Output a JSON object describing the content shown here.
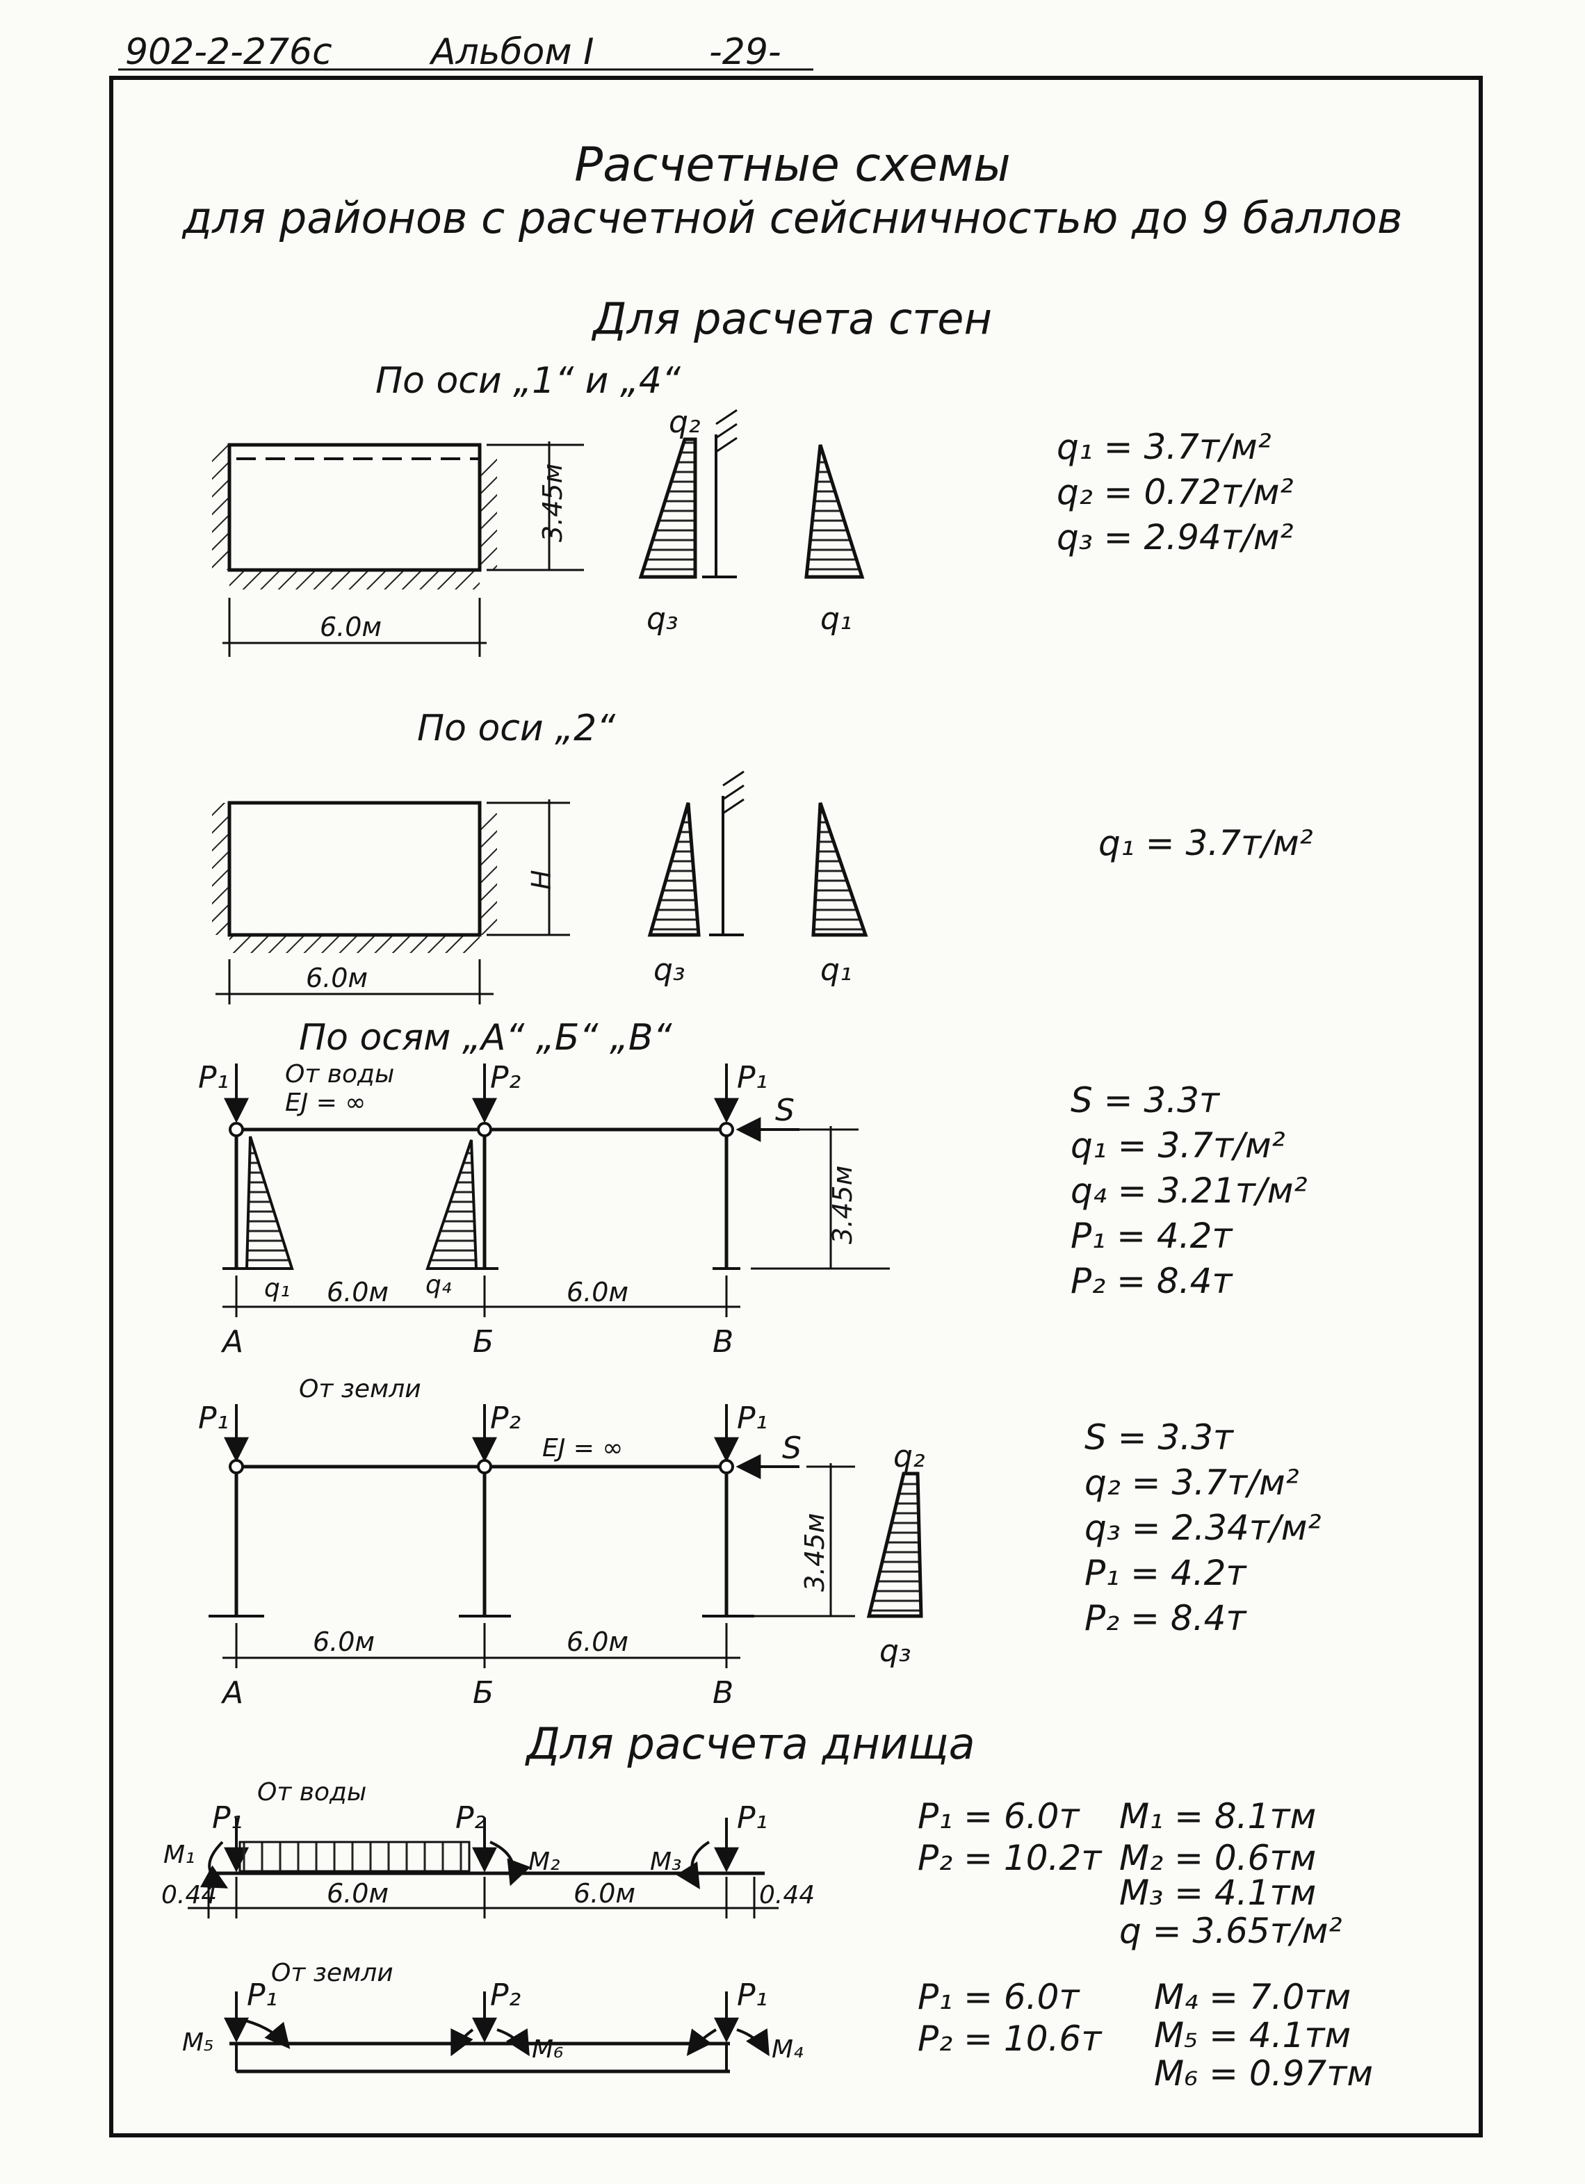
{
  "header": {
    "code": "902-2-276с",
    "album": "Альбом I",
    "page": "-29-"
  },
  "title": {
    "line1": "Расчетные схемы",
    "line2": "для районов с расчетной сейсничностью до 9 баллов"
  },
  "walls": {
    "heading": "Для расчета стен",
    "axis14": {
      "label": "По оси „1“ и „4“",
      "height_dim": "3.45м",
      "span_dim": "6.0м",
      "load_top": "q₂",
      "load_bottom_left": "q₃",
      "load_bottom_right": "q₁",
      "formulas": [
        "q₁ = 3.7т/м²",
        "q₂ = 0.72т/м²",
        "q₃ = 2.94т/м²"
      ]
    },
    "axis2": {
      "label": "По оси „2“",
      "height_dim": "H",
      "span_dim": "6.0м",
      "load_bottom_left": "q₃",
      "load_bottom_right": "q₁",
      "formulas": [
        "q₁ = 3.7т/м²"
      ]
    },
    "axesABV": {
      "label": "По осям „А“ „Б“ „В“",
      "water": {
        "case_label": "От воды",
        "rigidity": "EJ = ∞",
        "force_p1_left": "P₁",
        "force_p2": "P₂",
        "force_p1_right": "P₁",
        "force_s": "S",
        "load_left": "q₁",
        "load_mid": "q₄",
        "span1": "6.0м",
        "span2": "6.0м",
        "height_dim": "3.45м",
        "axis_a": "А",
        "axis_b": "Б",
        "axis_v": "В",
        "formulas": [
          "S = 3.3т",
          "q₁ = 3.7т/м²",
          "q₄ = 3.21т/м²",
          "P₁ = 4.2т",
          "P₂ = 8.4т"
        ]
      },
      "soil": {
        "case_label": "От земли",
        "rigidity": "EJ = ∞",
        "force_p1_left": "P₁",
        "force_p2": "P₂",
        "force_p1_right": "P₁",
        "force_s": "S",
        "load_top": "q₂",
        "load_bottom": "q₃",
        "span1": "6.0м",
        "span2": "6.0м",
        "height_dim": "3.45м",
        "axis_a": "А",
        "axis_b": "Б",
        "axis_v": "В",
        "formulas": [
          "S = 3.3т",
          "q₂ = 3.7т/м²",
          "q₃ = 2.34т/м²",
          "P₁ = 4.2т",
          "P₂ = 8.4т"
        ]
      }
    }
  },
  "bottom": {
    "heading": "Для расчета днища",
    "water": {
      "case_label": "От воды",
      "force_p1_left": "P₁",
      "force_p2": "P₂",
      "force_p1_right": "P₁",
      "moment_m1": "M₁",
      "moment_m2": "M₂",
      "moment_m3": "M₃",
      "overhang_left": "0.44",
      "overhang_right": "0.44",
      "span1": "6.0м",
      "span2": "6.0м",
      "formulas_p": [
        "P₁ = 6.0т",
        "P₂ = 10.2т"
      ],
      "formulas_m": [
        "M₁ = 8.1тм",
        "M₂ = 0.6тм",
        "M₃ = 4.1тм",
        "q = 3.65т/м²"
      ]
    },
    "soil": {
      "case_label": "От земли",
      "force_p1_left": "P₁",
      "force_p2": "P₂",
      "force_p1_right": "P₁",
      "moment_m5": "M₅",
      "moment_m6": "M₆",
      "moment_m4": "M₄",
      "formulas_p": [
        "P₁ = 6.0т",
        "P₂ = 10.6т"
      ],
      "formulas_m": [
        "M₄ = 7.0тм",
        "M₅ = 4.1тм",
        "M₆ = 0.97тм"
      ]
    }
  }
}
